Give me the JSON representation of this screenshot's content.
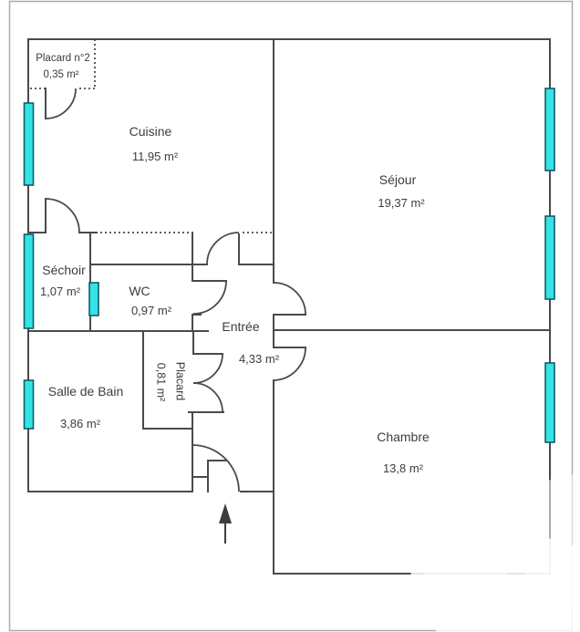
{
  "diagram": {
    "kind": "apartment-floor-plan"
  },
  "rooms": {
    "placard2": {
      "name": "Placard n°2",
      "area": "0,35 m²"
    },
    "cuisine": {
      "name": "Cuisine",
      "area": "11,95 m²"
    },
    "sejour": {
      "name": "Séjour",
      "area": "19,37 m²"
    },
    "sechoir": {
      "name": "Séchoir",
      "area": "1,07 m²"
    },
    "wc": {
      "name": "WC",
      "area": "0,97 m²"
    },
    "entree": {
      "name": "Entrée",
      "area": "4,33 m²"
    },
    "salle_de_bain": {
      "name": "Salle de Bain",
      "area": "3,86 m²"
    },
    "placard": {
      "name": "Placard",
      "area": "0,81 m²"
    },
    "chambre": {
      "name": "Chambre",
      "area": "13,8 m²"
    }
  },
  "colors": {
    "wall": "#4a4a4a",
    "window_fill": "#35e2e6",
    "window_border": "#135c66",
    "text": "#3d3d3d",
    "frame": "#a9a9a9"
  }
}
